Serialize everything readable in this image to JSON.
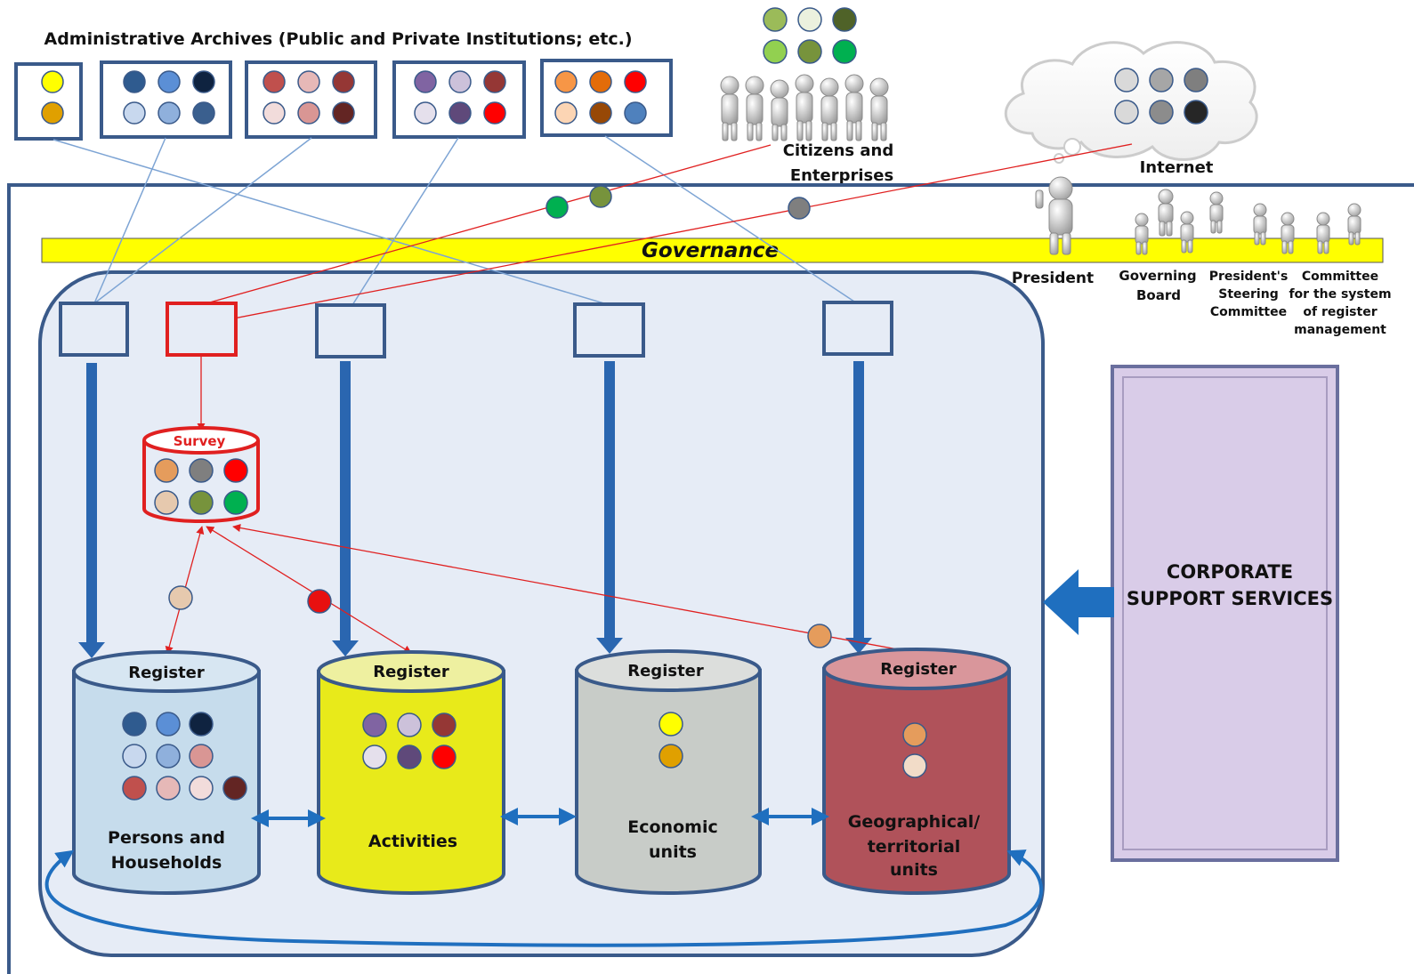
{
  "header": {
    "title": "Administrative  Archives (Public and  Private Institutions;  etc.)"
  },
  "archives": [
    {
      "dots": [
        "#ffff00",
        "#e0a000"
      ]
    },
    {
      "dots": [
        "#2f5b8f",
        "#5b8fd6",
        "#0f2340",
        "#c8d8ee",
        "#8fb0dc",
        "#3a5f8e"
      ]
    },
    {
      "dots": [
        "#c0504d",
        "#e6b8b7",
        "#953735",
        "#f2dcdb",
        "#d99694",
        "#632523"
      ]
    },
    {
      "dots": [
        "#8064a2",
        "#ccc1da",
        "#953735",
        "#e5e0ec",
        "#5f497a",
        "#ff0000"
      ]
    },
    {
      "dots": [
        "#f79646",
        "#e36c09",
        "#ff0000",
        "#fcd5b4",
        "#974806",
        "#4f81bd"
      ]
    }
  ],
  "citizens": {
    "label_line1": "Citizens  and",
    "label_line2": "Enterprises",
    "dots": [
      "#9bbb59",
      "#ebf1de",
      "#4f6228",
      "#92d050",
      "#77933c",
      "#00b050"
    ]
  },
  "internet": {
    "label": "Internet",
    "dots": [
      "#d9d9d9",
      "#a6a6a6",
      "#7f7f7f",
      "#d9d9d9",
      "#8c8c8c",
      "#262626"
    ]
  },
  "transit_dots": [
    "#00b050",
    "#77933c",
    "#7f7f7f"
  ],
  "governance": {
    "label": "Governance"
  },
  "roles": {
    "president": "President",
    "board_1": "Governing",
    "board_2": "Board",
    "steering_1": "President's",
    "steering_2": "Steering",
    "steering_3": "Committee",
    "committee_1": "Committee",
    "committee_2": "for the system",
    "committee_3": "of register",
    "committee_4": "management"
  },
  "survey": {
    "label": "Survey",
    "dots": [
      "#e59c5c",
      "#7f7f7f",
      "#ff0000",
      "#e6c9ae",
      "#77933c",
      "#00b050"
    ]
  },
  "link_dots": [
    "#e6c9ae",
    "#e81010",
    "#e59c5c"
  ],
  "registers": [
    {
      "title": "Register",
      "label_1": "Persons and",
      "label_2": "Households",
      "dots": [
        "#2f5b8f",
        "#5b8fd6",
        "#0f2340",
        "#c8d8ee",
        "#8fb0dc",
        "#d99694",
        "#c0504d",
        "#e6b8b7",
        "#f2dcdb",
        "#632523"
      ],
      "body_color": "#c6dcec",
      "top_color": "#d7e6f2"
    },
    {
      "title": "Register",
      "label_1": "Activities",
      "label_2": "",
      "dots": [
        "#8064a2",
        "#ccc1da",
        "#953735",
        "#e5e0ec",
        "#5f497a",
        "#ff0000"
      ],
      "body_color": "#e8ea1a",
      "top_color": "#eef0a0"
    },
    {
      "title": "Register",
      "label_1": "Economic",
      "label_2": "units",
      "dots": [
        "#ffff00",
        "#e0a000"
      ],
      "body_color": "#c8ccc8",
      "top_color": "#dcdedc"
    },
    {
      "title": "Register",
      "label_1": "Geographical/",
      "label_2": "territorial",
      "label_3": "units",
      "dots": [
        "#e59c5c",
        "#f2dcc8"
      ],
      "body_color": "#b0525a",
      "top_color": "#d9969b"
    }
  ],
  "corporate": {
    "line1": "CORPORATE",
    "line2": "SUPPORT SERVICES"
  }
}
